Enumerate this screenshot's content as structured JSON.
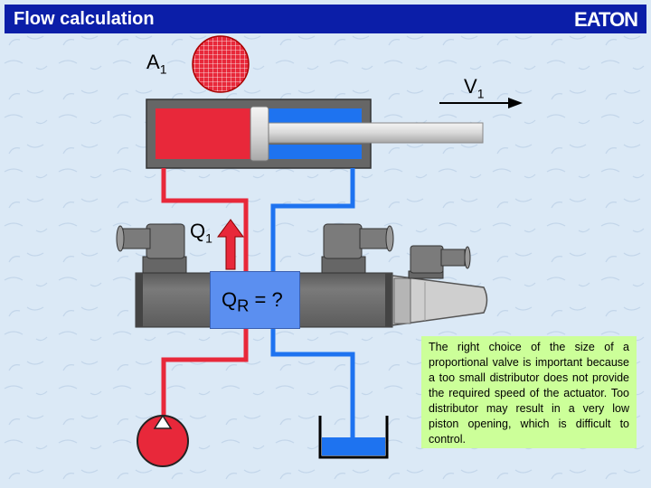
{
  "header": {
    "title": "Flow calculation",
    "logo_text": "EATON"
  },
  "labels": {
    "area": "A",
    "area_sub": "1",
    "velocity": "V",
    "velocity_sub": "1",
    "flow": "Q",
    "flow_sub": "1",
    "result_prefix": "Q",
    "result_sub": "R",
    "result_suffix": " =  ?"
  },
  "note": {
    "text": "The right choice of the size of a proportional valve is important because a too small distributor does not provide the required speed of the actuator. Too distributor may result in a very low piston opening, which is difficult to control."
  },
  "colors": {
    "header_bg": "#0b1ea8",
    "pressure_red": "#e8283a",
    "return_blue": "#1e73f0",
    "valve_gray": "#6f6f6f",
    "note_bg": "#ccff99",
    "result_box": "#5b8ff0"
  }
}
